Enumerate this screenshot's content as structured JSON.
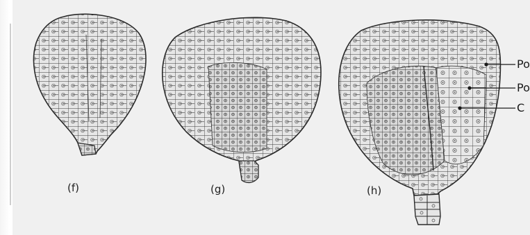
{
  "figures": [
    {
      "id": "f",
      "label": "(f)"
    },
    {
      "id": "g",
      "label": "(g)"
    },
    {
      "id": "h",
      "label": "(h)"
    }
  ],
  "callouts": [
    "Po",
    "Po",
    "C"
  ],
  "colors": {
    "background": "#f0f0f0",
    "cell_fill": "#e6e6e6",
    "cell_stroke": "#3a3a3a",
    "text": "#222222"
  }
}
